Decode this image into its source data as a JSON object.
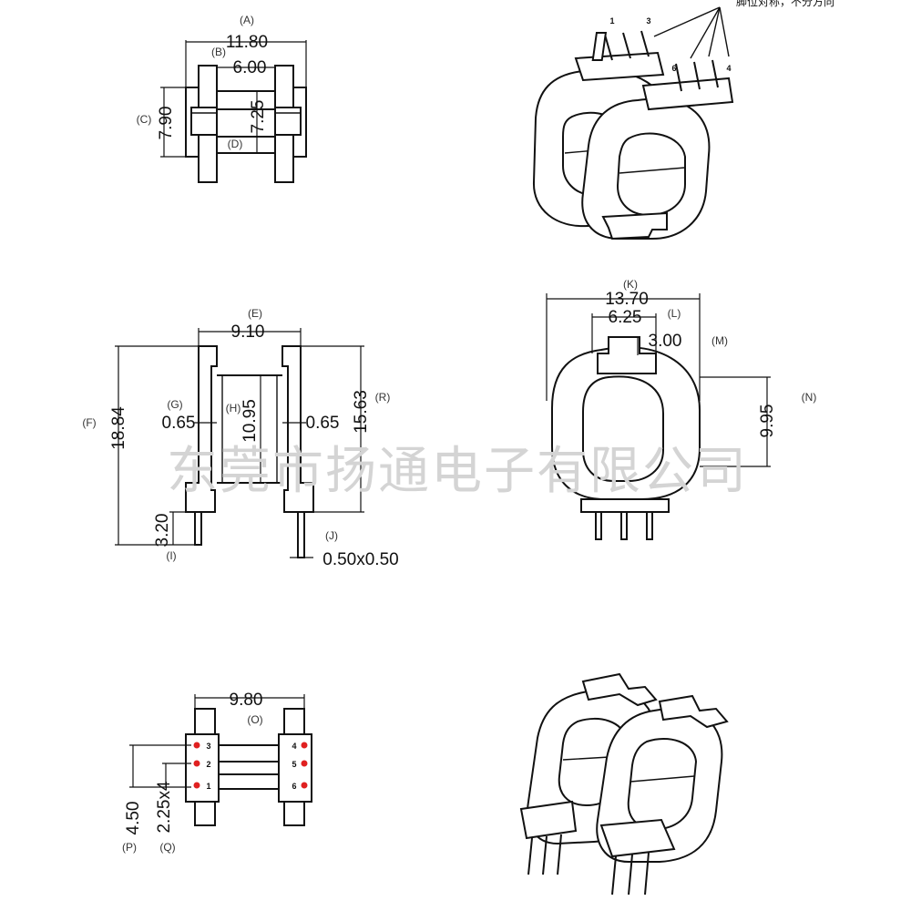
{
  "top_view": {
    "labels": {
      "A": "(A)",
      "B": "(B)",
      "C": "(C)",
      "D": "(D)"
    },
    "dims": {
      "A": "11.80",
      "B": "6.00",
      "C": "7.90",
      "D": "7.25"
    }
  },
  "iso_top": {
    "pin_labels": [
      "1",
      "3",
      "6",
      "4"
    ],
    "note": "脚位对称，不分方向"
  },
  "side_view": {
    "labels": {
      "E": "(E)",
      "F": "(F)",
      "G": "(G)",
      "H": "(H)",
      "I": "(I)",
      "J": "(J)",
      "R": "(R)"
    },
    "dims": {
      "E": "9.10",
      "F": "18.84",
      "G": "0.65",
      "G2": "0.65",
      "H": "10.95",
      "I": "3.20",
      "J": "0.50x0.50",
      "R": "15.63"
    }
  },
  "front_view": {
    "labels": {
      "K": "(K)",
      "L": "(L)",
      "M": "(M)",
      "N": "(N)"
    },
    "dims": {
      "K": "13.70",
      "L": "6.25",
      "M": "3.00",
      "N": "9.95"
    }
  },
  "bottom_view": {
    "labels": {
      "O": "(O)",
      "P": "(P)",
      "Q": "(Q)"
    },
    "dims": {
      "O": "9.80",
      "P": "4.50",
      "Q": "2.25x4"
    },
    "pins": [
      "3",
      "2",
      "1",
      "4",
      "5",
      "6"
    ],
    "pin_color": "#e02020"
  },
  "watermark": "东莞市扬通电子有限公司"
}
